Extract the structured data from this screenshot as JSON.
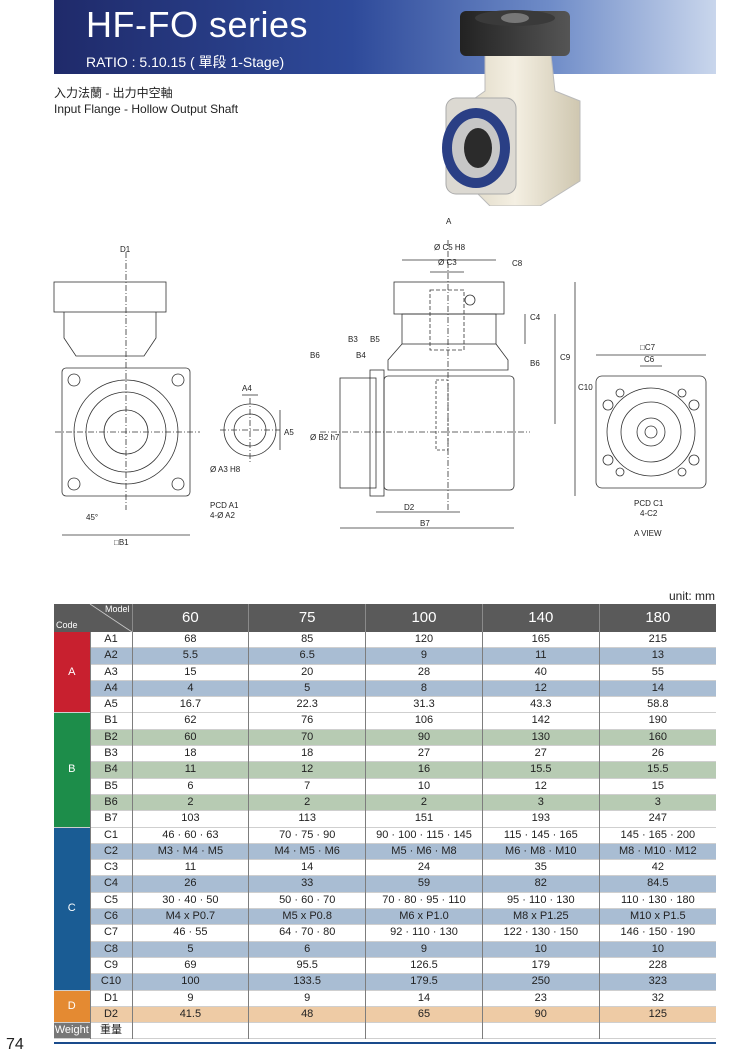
{
  "header": {
    "title": "HF-FO series",
    "ratio": "RATIO : 5.10.15 ( 單段 1-Stage)"
  },
  "subtitle": {
    "zh": "入力法蘭 - 出力中空軸",
    "en": "Input Flange - Hollow Output Shaft"
  },
  "drawing_labels": {
    "d1": "D1",
    "a4": "A4",
    "a5": "A5",
    "a3": "Ø A3 H8",
    "b1": "□B1",
    "angle": "45°",
    "pcd_a1": "PCD A1",
    "a2": "4-Ø A2",
    "a": "A",
    "c5": "Ø C5 H8",
    "c3": "Ø C3",
    "c8": "C8",
    "c4": "C4",
    "c9": "C9",
    "c10": "C10",
    "b3": "B3",
    "b5": "B5",
    "b4": "B4",
    "b6": "B6",
    "b6b": "B6",
    "b2": "Ø B2 h7",
    "d2": "D2",
    "b7": "B7",
    "c7": "□C7",
    "c6": "C6",
    "pcd_c1": "PCD C1",
    "c2": "4-C2",
    "a_view": "A VIEW"
  },
  "unit": "unit: mm",
  "table": {
    "corner_model": "Model",
    "corner_code": "Code",
    "models": [
      "60",
      "75",
      "100",
      "140",
      "180"
    ],
    "groups": [
      {
        "name": "A",
        "rows": [
          {
            "code": "A1",
            "values": [
              "68",
              "85",
              "120",
              "165",
              "215"
            ]
          },
          {
            "code": "A2",
            "values": [
              "5.5",
              "6.5",
              "9",
              "11",
              "13"
            ]
          },
          {
            "code": "A3",
            "values": [
              "15",
              "20",
              "28",
              "40",
              "55"
            ]
          },
          {
            "code": "A4",
            "values": [
              "4",
              "5",
              "8",
              "12",
              "14"
            ]
          },
          {
            "code": "A5",
            "values": [
              "16.7",
              "22.3",
              "31.3",
              "43.3",
              "58.8"
            ]
          }
        ]
      },
      {
        "name": "B",
        "rows": [
          {
            "code": "B1",
            "values": [
              "62",
              "76",
              "106",
              "142",
              "190"
            ]
          },
          {
            "code": "B2",
            "values": [
              "60",
              "70",
              "90",
              "130",
              "160"
            ]
          },
          {
            "code": "B3",
            "values": [
              "18",
              "18",
              "27",
              "27",
              "26"
            ]
          },
          {
            "code": "B4",
            "values": [
              "11",
              "12",
              "16",
              "15.5",
              "15.5"
            ]
          },
          {
            "code": "B5",
            "values": [
              "6",
              "7",
              "10",
              "12",
              "15"
            ]
          },
          {
            "code": "B6",
            "values": [
              "2",
              "2",
              "2",
              "3",
              "3"
            ]
          },
          {
            "code": "B7",
            "values": [
              "103",
              "113",
              "151",
              "193",
              "247"
            ]
          }
        ]
      },
      {
        "name": "C",
        "rows": [
          {
            "code": "C1",
            "values": [
              "46 · 60 · 63",
              "70 · 75 · 90",
              "90 · 100 · 115 · 145",
              "115 · 145 · 165",
              "145 · 165 · 200"
            ]
          },
          {
            "code": "C2",
            "values": [
              "M3 · M4 · M5",
              "M4 · M5 · M6",
              "M5 · M6 · M8",
              "M6 · M8 · M10",
              "M8 · M10 · M12"
            ]
          },
          {
            "code": "C3",
            "values": [
              "11",
              "14",
              "24",
              "35",
              "42"
            ]
          },
          {
            "code": "C4",
            "values": [
              "26",
              "33",
              "59",
              "82",
              "84.5"
            ]
          },
          {
            "code": "C5",
            "values": [
              "30 · 40 · 50",
              "50 · 60 · 70",
              "70 · 80 · 95 · 110",
              "95 · 110 · 130",
              "110 · 130 · 180"
            ]
          },
          {
            "code": "C6",
            "values": [
              "M4 x P0.7",
              "M5 x P0.8",
              "M6 x P1.0",
              "M8 x P1.25",
              "M10 x P1.5"
            ]
          },
          {
            "code": "C7",
            "values": [
              "46 · 55",
              "64 · 70 · 80",
              "92 · 110 · 130",
              "122 · 130 · 150",
              "146 · 150 · 190"
            ]
          },
          {
            "code": "C8",
            "values": [
              "5",
              "6",
              "9",
              "10",
              "10"
            ]
          },
          {
            "code": "C9",
            "values": [
              "69",
              "95.5",
              "126.5",
              "179",
              "228"
            ]
          },
          {
            "code": "C10",
            "values": [
              "100",
              "133.5",
              "179.5",
              "250",
              "323"
            ]
          }
        ]
      },
      {
        "name": "D",
        "rows": [
          {
            "code": "D1",
            "values": [
              "9",
              "9",
              "14",
              "23",
              "32"
            ]
          },
          {
            "code": "D2",
            "values": [
              "41.5",
              "48",
              "65",
              "90",
              "125"
            ]
          }
        ]
      },
      {
        "name": "Weight",
        "rows": [
          {
            "code": "重量",
            "values": [
              "",
              "",
              "",
              "",
              ""
            ]
          }
        ]
      }
    ]
  },
  "page_number": "74",
  "colors": {
    "group_A": "#c8202f",
    "group_B": "#1d8d4a",
    "group_C": "#1a5c94",
    "group_D": "#e48a32",
    "header_dark": "#1f2a6a"
  }
}
